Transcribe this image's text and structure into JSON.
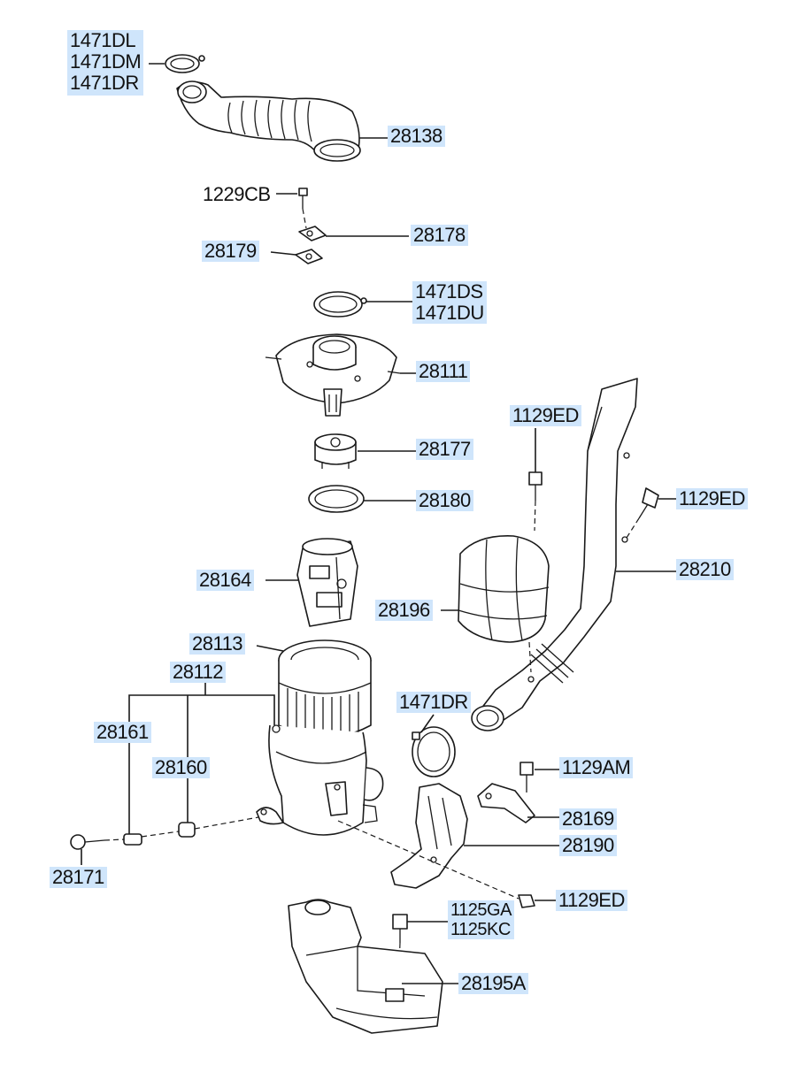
{
  "labels": {
    "l_1471DL": [
      "1471DL",
      "1471DM",
      "1471DR"
    ],
    "l_28138": "28138",
    "l_1229CB": "1229CB",
    "l_28178": "28178",
    "l_28179": "28179",
    "l_1471DS": [
      "1471DS",
      "1471DU"
    ],
    "l_28111": "28111",
    "l_1129ED_top": "1129ED",
    "l_28177": "28177",
    "l_1129ED_right": "1129ED",
    "l_28180": "28180",
    "l_28210": "28210",
    "l_28164": "28164",
    "l_28196": "28196",
    "l_28113": "28113",
    "l_28112": "28112",
    "l_1471DR": "1471DR",
    "l_28161": "28161",
    "l_28160": "28160",
    "l_1129AM": "1129AM",
    "l_28169": "28169",
    "l_28190": "28190",
    "l_28171": "28171",
    "l_1129ED_bottom": "1129ED",
    "l_1125GA": [
      "1125GA",
      "1125KC"
    ],
    "l_28195A": "28195A"
  },
  "colors": {
    "label_background": "#cfe5fb",
    "line": "#1a1a1a"
  }
}
